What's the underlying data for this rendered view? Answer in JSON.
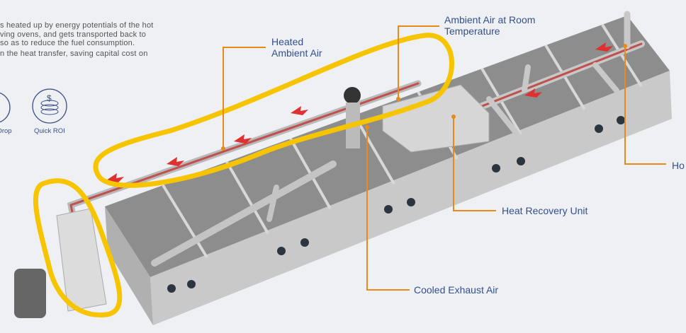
{
  "intro_text": [
    "s heated up by energy potentials of the hot",
    "ving ovens, and gets transported back to",
    "so as to reduce the fuel consumption.",
    "n the heat transfer, saving capital cost on"
  ],
  "features": [
    {
      "label": "Drop",
      "icon": "pressure-drop-icon"
    },
    {
      "label": "Quick ROI",
      "icon": "coin-stack-dollar-icon"
    }
  ],
  "labels": {
    "heated_ambient_air": [
      "Heated",
      "Ambient Air"
    ],
    "ambient_air_room_temp": [
      "Ambient Air at Room",
      "Temperature"
    ],
    "hot": "Ho",
    "heat_recovery_unit": "Heat Recovery Unit",
    "cooled_exhaust_air": "Cooled Exhaust Air"
  },
  "colors": {
    "callout": "#e88a1a",
    "highlight": "#f7c400",
    "label_text": "#34508a",
    "flow_arrow": "#e03030"
  }
}
